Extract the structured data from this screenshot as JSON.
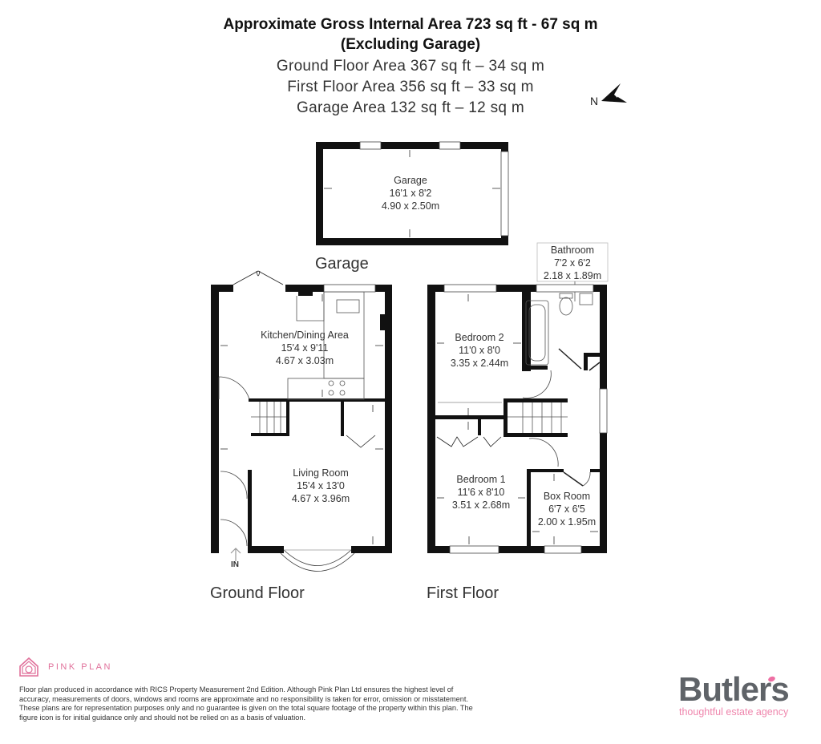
{
  "header": {
    "title_line1": "Approximate Gross Internal Area 723 sq ft - 67 sq m",
    "title_line2": "(Excluding Garage)",
    "ground_floor_area": "Ground Floor Area 367 sq ft – 34 sq m",
    "first_floor_area": "First Floor Area 356 sq ft – 33 sq m",
    "garage_area": "Garage Area 132 sq ft – 12 sq m"
  },
  "compass": {
    "label": "N",
    "icon": "north-arrow-icon"
  },
  "garage": {
    "floor_label": "Garage",
    "room": {
      "name": "Garage",
      "imperial": "16'1 x 8'2",
      "metric": "4.90 x 2.50m"
    }
  },
  "ground_floor": {
    "floor_label": "Ground Floor",
    "entrance_label": "IN",
    "rooms": [
      {
        "name": "Kitchen/Dining Area",
        "imperial": "15'4 x 9'11",
        "metric": "4.67 x 3.03m"
      },
      {
        "name": "Living Room",
        "imperial": "15'4 x 13'0",
        "metric": "4.67 x 3.96m"
      }
    ]
  },
  "first_floor": {
    "floor_label": "First Floor",
    "rooms": [
      {
        "name": "Bathroom",
        "imperial": "7'2 x 6'2",
        "metric": "2.18 x 1.89m"
      },
      {
        "name": "Bedroom 2",
        "imperial": "11'0 x 8'0",
        "metric": "3.35 x 2.44m"
      },
      {
        "name": "Bedroom 1",
        "imperial": "11'6 x 8'10",
        "metric": "3.51 x 2.68m"
      },
      {
        "name": "Box Room",
        "imperial": "6'7 x 6'5",
        "metric": "2.00 x 1.95m"
      }
    ]
  },
  "footer": {
    "pink_plan_brand": "PINK PLAN",
    "disclaimer": "Floor plan produced in accordance with RICS Property Measurement 2nd Edition. Although Pink Plan Ltd ensures the highest level of accuracy, measurements of doors, windows and rooms are approximate and no responsibility is taken for error, omission or misstatement. These plans are for representation purposes only and no guarantee is given on the total square footage of the property within this plan. The figure icon is for initial guidance only and should not be relied on as a basis of valuation.",
    "agency_name": "Butlers",
    "agency_tagline": "thoughtful estate agency"
  },
  "colors": {
    "wall": "#111111",
    "pink_brand": "#e0709a",
    "agency_grey": "#5f6368"
  }
}
